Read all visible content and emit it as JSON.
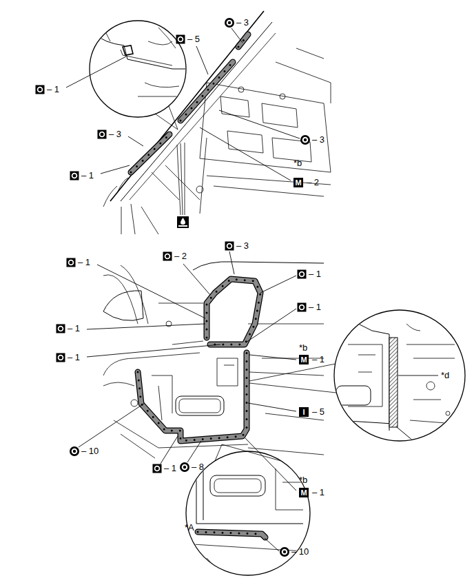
{
  "diagram": {
    "nodes": [
      {
        "text": [
          "M",
          "– 2"
        ]
      },
      {
        "text": [
          "M",
          "– 1"
        ]
      },
      {
        "text": [
          "I",
          "– 5"
        ]
      },
      {
        "text": [
          "M",
          "– 1"
        ]
      }
    ],
    "labels": [
      "– 1",
      "– 5",
      "– 3",
      "– 3",
      "– 3",
      "*b",
      "– 1",
      "– 1",
      "– 2",
      "– 3",
      "– 1",
      "– 1",
      "– 1",
      "– 1",
      "*b",
      "*d",
      "– 10",
      "– 1",
      "– 8",
      "*b",
      "*A",
      "– 10"
    ]
  }
}
